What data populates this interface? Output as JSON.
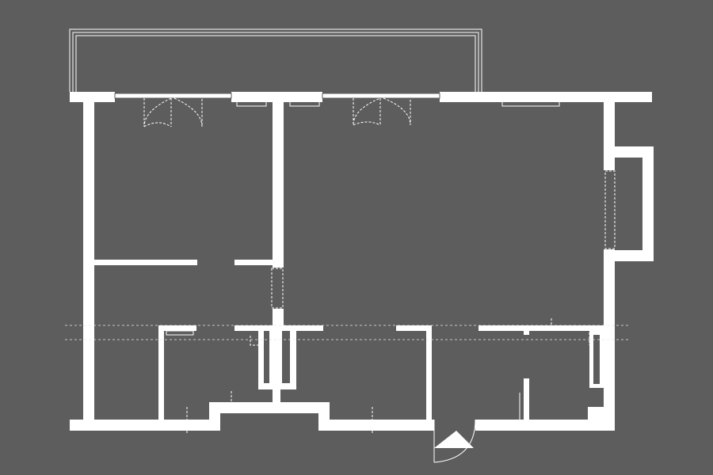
{
  "plan": {
    "background_color": "#5d5d5d",
    "line_color": "#ffffff",
    "elements": {
      "balcony": "balcony",
      "exterior_walls": "exterior-walls",
      "interior_walls": "interior-walls",
      "windows": "windows",
      "doors": "doors",
      "entry_arrow": "entry-arrow-icon",
      "grid_lines": "reference-lines"
    }
  }
}
